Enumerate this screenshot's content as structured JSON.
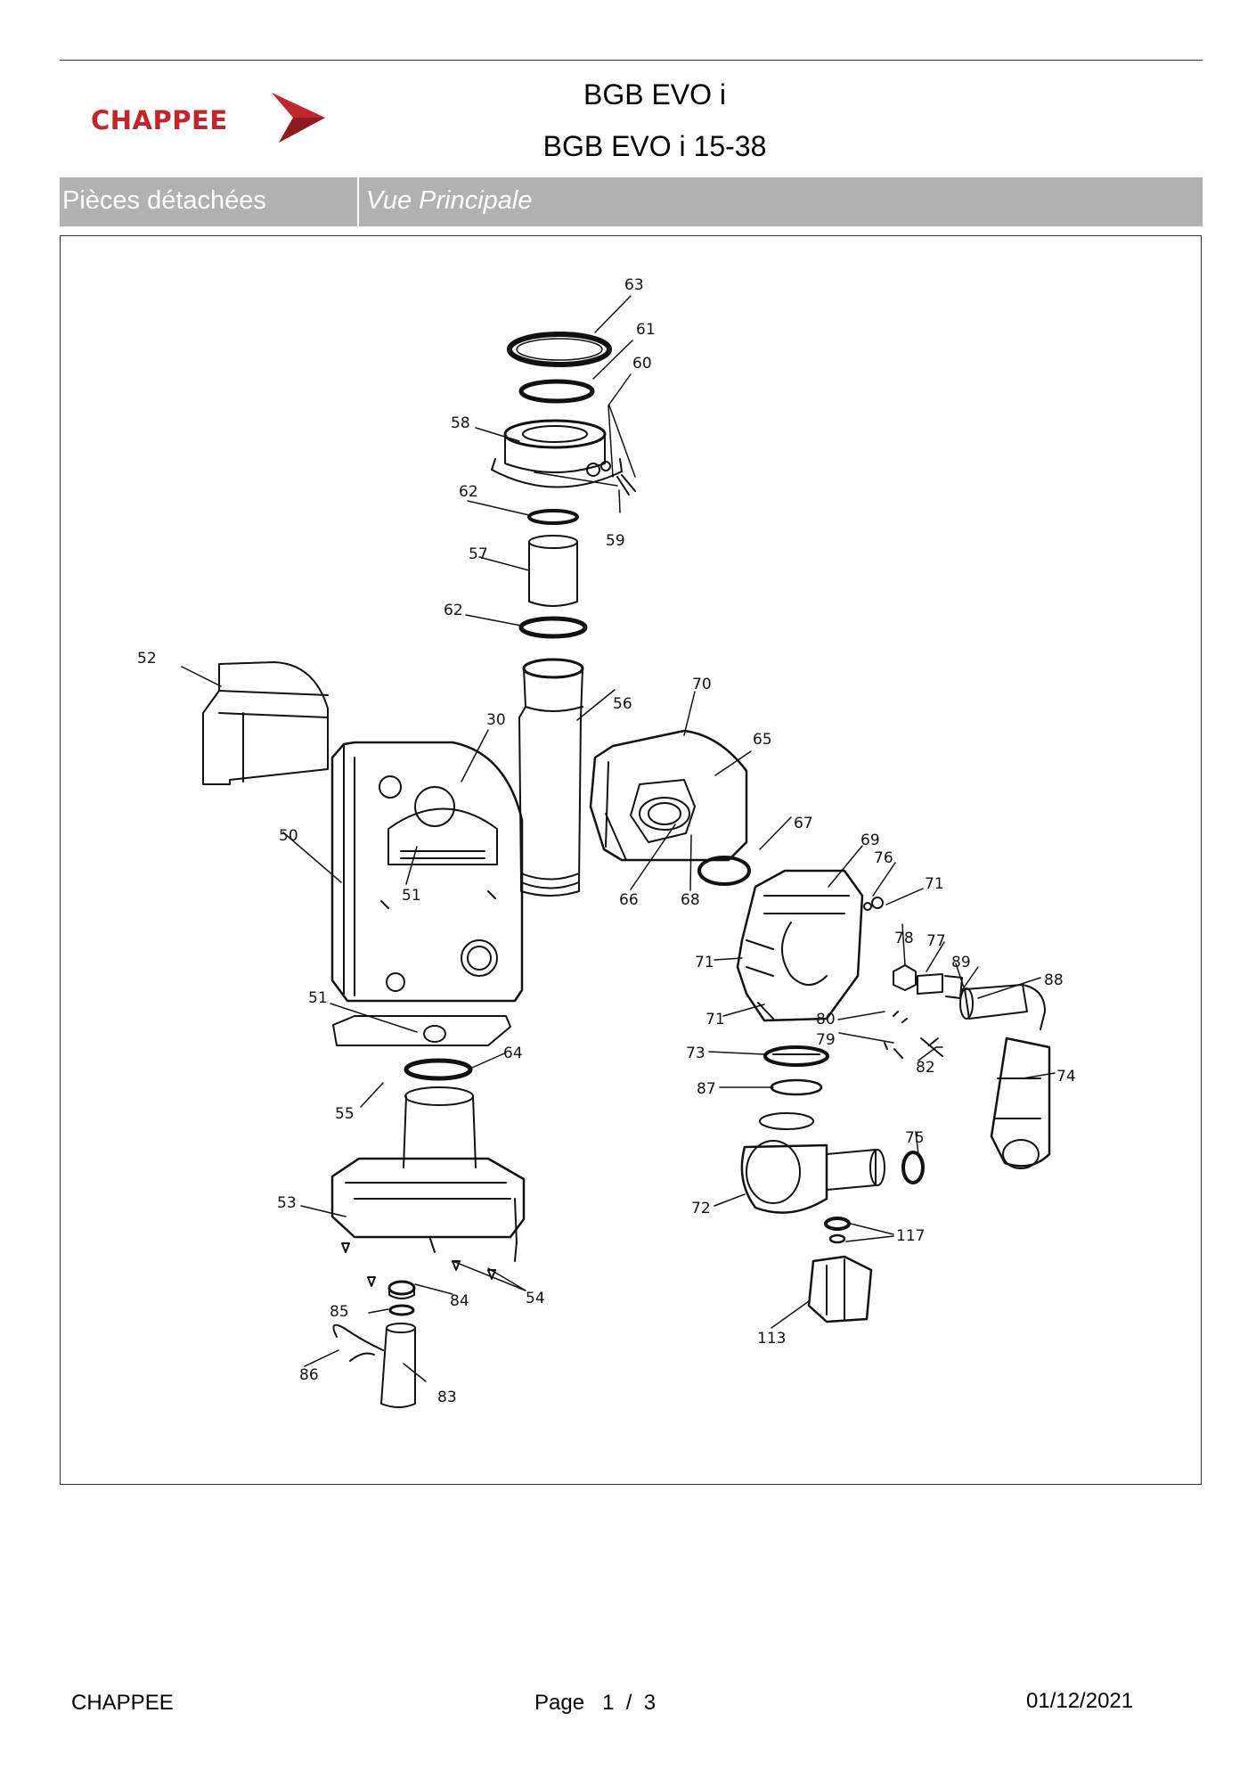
{
  "header": {
    "logo_text": "CHAPPEE",
    "title": "BGB EVO i",
    "subtitle": "BGB EVO i 15-38"
  },
  "section_bar": {
    "left_label": "Pièces détachées",
    "right_label": "Vue Principale"
  },
  "diagram": {
    "callouts": [
      {
        "id": "63",
        "label": "63"
      },
      {
        "id": "61",
        "label": "61"
      },
      {
        "id": "58",
        "label": "58"
      },
      {
        "id": "60",
        "label": "60"
      },
      {
        "id": "62a",
        "label": "62"
      },
      {
        "id": "59",
        "label": "59"
      },
      {
        "id": "57",
        "label": "57"
      },
      {
        "id": "62b",
        "label": "62"
      },
      {
        "id": "52",
        "label": "52"
      },
      {
        "id": "56",
        "label": "56"
      },
      {
        "id": "70",
        "label": "70"
      },
      {
        "id": "30",
        "label": "30"
      },
      {
        "id": "65",
        "label": "65"
      },
      {
        "id": "50",
        "label": "50"
      },
      {
        "id": "67",
        "label": "67"
      },
      {
        "id": "69",
        "label": "69"
      },
      {
        "id": "76",
        "label": "76"
      },
      {
        "id": "66",
        "label": "66"
      },
      {
        "id": "68",
        "label": "68"
      },
      {
        "id": "51a",
        "label": "51"
      },
      {
        "id": "71a",
        "label": "71"
      },
      {
        "id": "78",
        "label": "78"
      },
      {
        "id": "77",
        "label": "77"
      },
      {
        "id": "89",
        "label": "89"
      },
      {
        "id": "71b",
        "label": "71"
      },
      {
        "id": "88",
        "label": "88"
      },
      {
        "id": "51b",
        "label": "51"
      },
      {
        "id": "71c",
        "label": "71"
      },
      {
        "id": "80",
        "label": "80"
      },
      {
        "id": "79",
        "label": "79"
      },
      {
        "id": "82",
        "label": "82"
      },
      {
        "id": "73",
        "label": "73"
      },
      {
        "id": "64",
        "label": "64"
      },
      {
        "id": "74",
        "label": "74"
      },
      {
        "id": "87",
        "label": "87"
      },
      {
        "id": "55",
        "label": "55"
      },
      {
        "id": "75",
        "label": "75"
      },
      {
        "id": "53",
        "label": "53"
      },
      {
        "id": "72",
        "label": "72"
      },
      {
        "id": "117",
        "label": "117"
      },
      {
        "id": "84",
        "label": "84"
      },
      {
        "id": "54",
        "label": "54"
      },
      {
        "id": "85",
        "label": "85"
      },
      {
        "id": "113",
        "label": "113"
      },
      {
        "id": "86",
        "label": "86"
      },
      {
        "id": "83",
        "label": "83"
      }
    ]
  },
  "footer": {
    "brand": "CHAPPEE",
    "page_label": "Page",
    "page_current": "1",
    "page_sep": "/",
    "page_total": "3",
    "date": "01/12/2021"
  },
  "colors": {
    "brand_red": "#c0262d",
    "bar_gray": "#b1b1b1"
  }
}
